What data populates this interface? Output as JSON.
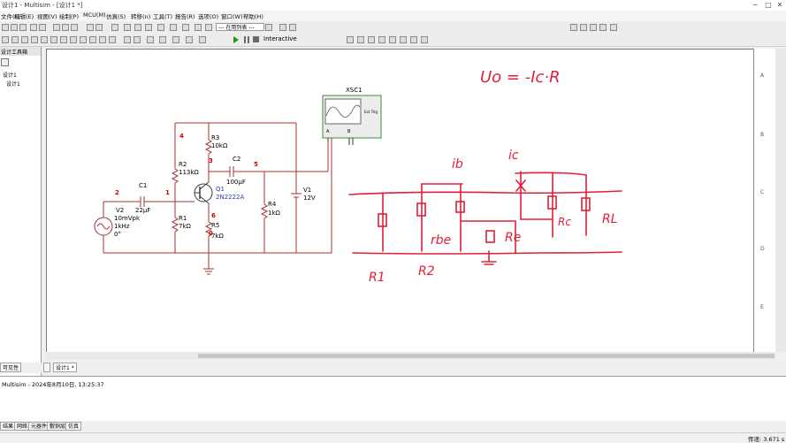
{
  "window": {
    "title": "设计1 - Multisim - [设计1 *]"
  },
  "menu": [
    "文件(F)",
    "编辑(E)",
    "视图(V)",
    "绘制(P)",
    "MCU(M)",
    "仿真(S)",
    "转移(n)",
    "工具(T)",
    "报告(R)",
    "选项(O)",
    "窗口(W)",
    "帮助(H)"
  ],
  "toolbar": {
    "in_use_list": "--- 在用列表 ---",
    "interactive_label": "Interactive"
  },
  "design_toolbox": {
    "title": "设计工具箱",
    "root": "设计1",
    "child": "设计1"
  },
  "canvas": {
    "ruler_labels": [
      "A",
      "B",
      "C",
      "D",
      "E"
    ]
  },
  "schematic": {
    "nets": [
      "1",
      "2",
      "3",
      "4",
      "5",
      "0",
      "6"
    ],
    "V2": {
      "ref": "V2",
      "l1": "10mVpk",
      "l2": "1kHz",
      "l3": "0°"
    },
    "C1": {
      "ref": "C1",
      "value": "22µF"
    },
    "R2": {
      "ref": "R2",
      "value": "113kΩ"
    },
    "R1": {
      "ref": "R1",
      "value": "7kΩ"
    },
    "R3": {
      "ref": "R3",
      "value": "10kΩ"
    },
    "Q1": {
      "ref": "Q1",
      "part": "2N2222A"
    },
    "C2": {
      "ref": "C2",
      "value": "100µF"
    },
    "R5": {
      "ref": "R5",
      "value": "7kΩ"
    },
    "R4": {
      "ref": "R4",
      "value": "1kΩ"
    },
    "V1": {
      "ref": "V1",
      "value": "12V"
    },
    "XSC1": {
      "ref": "XSC1",
      "ext_trig": "Ext Trig",
      "a": "A",
      "b": "B"
    }
  },
  "annotations": {
    "formula": "Uo = -Ic·R",
    "rbe": "rbe",
    "rc": "Rc",
    "re": "Re",
    "r1": "R1",
    "r2": "R2",
    "rl": "RL",
    "rb": "ib",
    "ic": "ic"
  },
  "bottom_tabs": {
    "left": "可见性",
    "doc": "设计1 *"
  },
  "output": {
    "line1": "Multisim  -  2024年8月10日, 13:25:37"
  },
  "spreadsheet_tabs": [
    "结果",
    "网络",
    "元器件",
    "敷铜层",
    "仿真"
  ],
  "status": {
    "text": "传递: 3.671 s"
  },
  "colors": {
    "wire": "#a83232",
    "annotation": "#e0203a",
    "net_label": "#cc0000",
    "part_label": "#1f3fa0"
  }
}
